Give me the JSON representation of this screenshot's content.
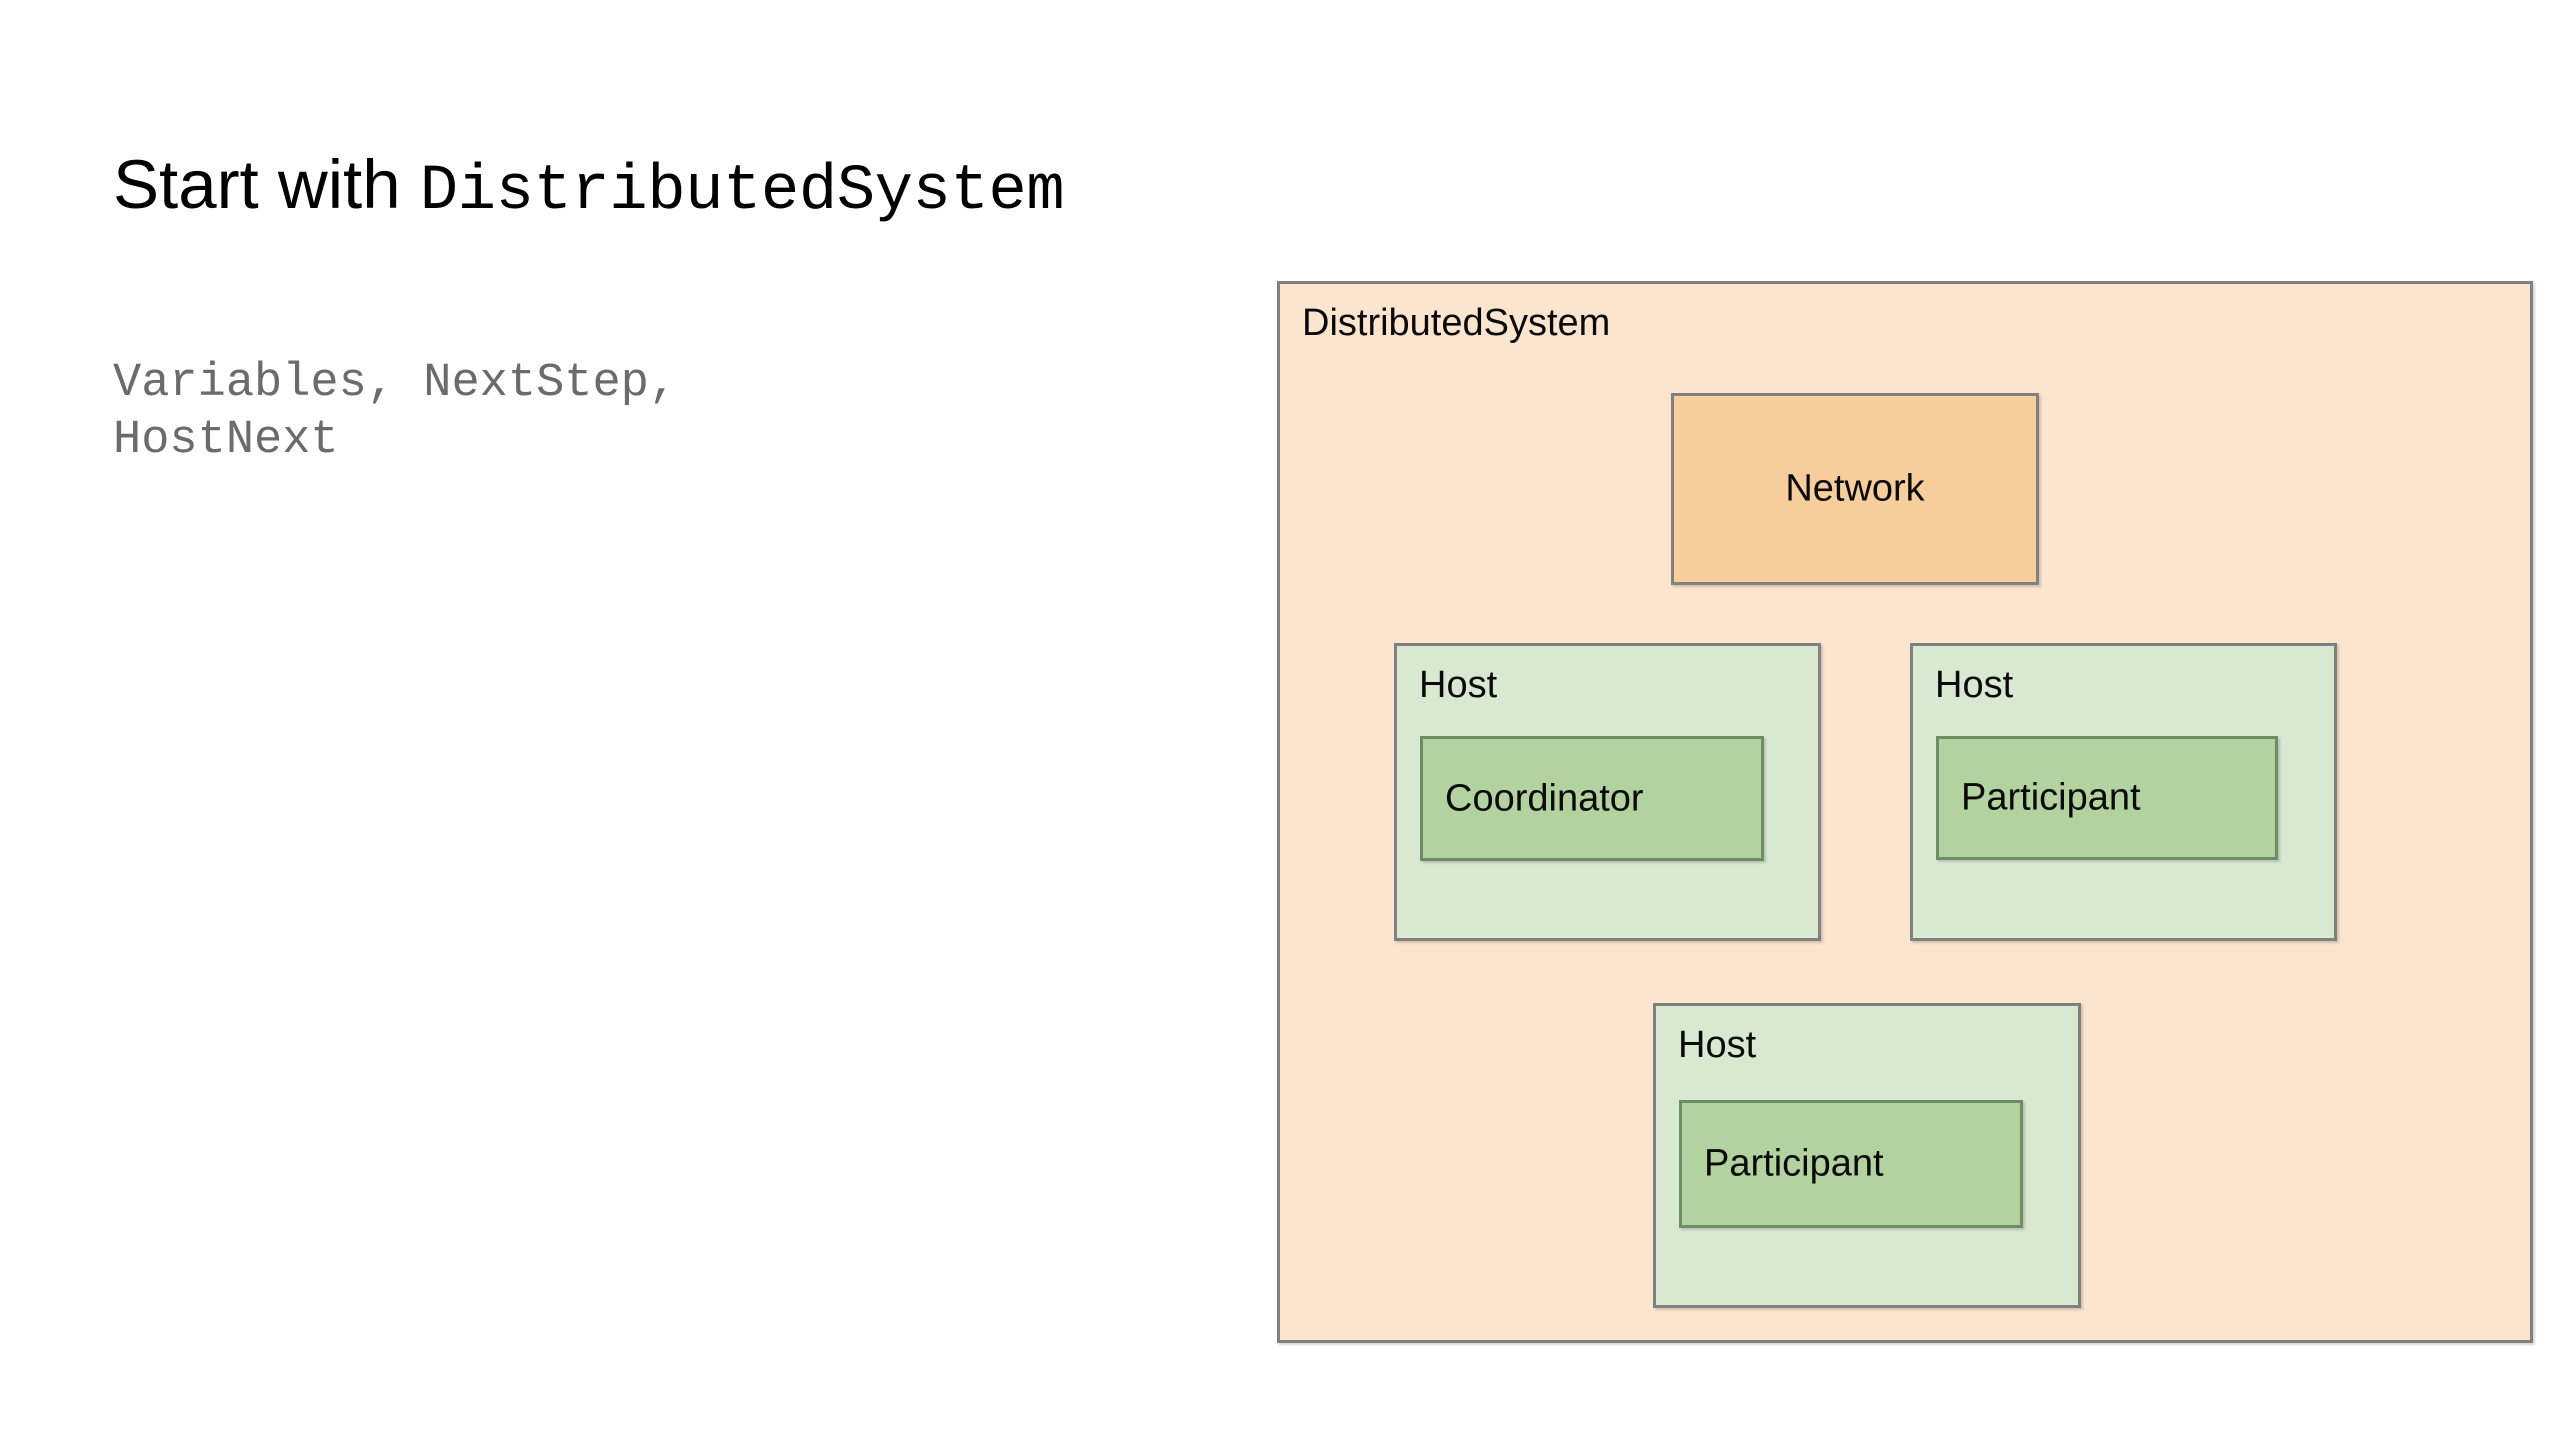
{
  "slide": {
    "title_prefix": "Start with ",
    "title_code": "DistributedSystem",
    "subtitle": "Variables, NextStep,\nHostNext"
  },
  "diagram": {
    "type": "nested-box-architecture",
    "system": {
      "label": "DistributedSystem",
      "fill": "#FBE5CF",
      "stroke": "#808080"
    },
    "network": {
      "label": "Network",
      "fill": "#F7CD9B",
      "stroke": "#808080"
    },
    "hosts": [
      {
        "label": "Host",
        "fill": "#D9E8D0",
        "stroke": "#808080",
        "role": {
          "label": "Coordinator",
          "fill": "#B2D3A0",
          "stroke": "#6E8C66"
        }
      },
      {
        "label": "Host",
        "fill": "#D9E8D0",
        "stroke": "#808080",
        "role": {
          "label": "Participant",
          "fill": "#B2D3A0",
          "stroke": "#6E8C66"
        }
      },
      {
        "label": "Host",
        "fill": "#D9E8D0",
        "stroke": "#808080",
        "role": {
          "label": "Participant",
          "fill": "#B2D3A0",
          "stroke": "#6E8C66"
        }
      }
    ]
  }
}
